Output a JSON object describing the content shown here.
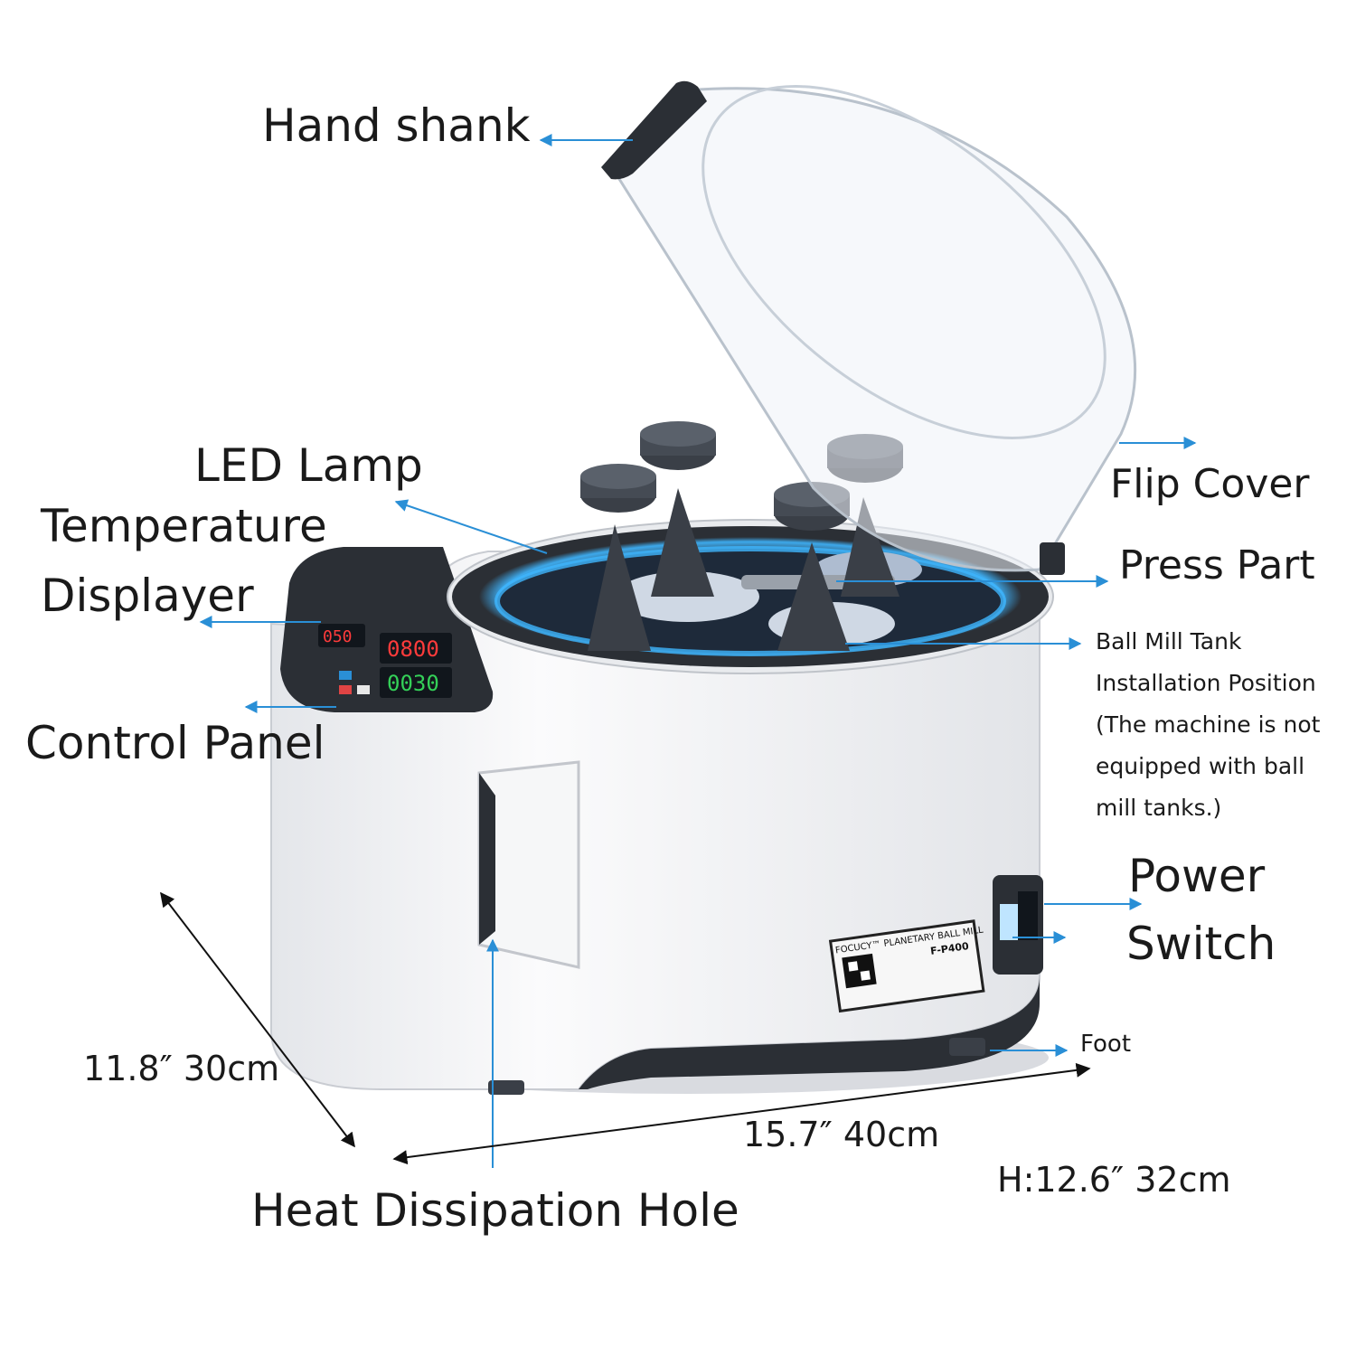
{
  "labels": {
    "hand_shank": "Hand shank",
    "led_lamp": "LED Lamp",
    "temperature_displayer_line1": "Temperature",
    "temperature_displayer_line2": "Displayer",
    "control_panel": "Control Panel",
    "flip_cover": "Flip Cover",
    "press_part": "Press Part",
    "ball_mill_tank_lines": [
      "Ball Mill Tank",
      "Installation Position",
      "(The machine is not",
      "equipped with ball",
      "mill tanks.)"
    ],
    "power_switch_line1": "Power",
    "power_switch_line2": "Switch",
    "foot": "Foot",
    "heat_dissipation_hole": "Heat Dissipation Hole"
  },
  "dimensions": {
    "depth": "11.8″ 30cm",
    "width": "15.7″ 40cm",
    "height": "H:12.6″ 32cm"
  },
  "product_label": {
    "brand": "FOCUCY™ PLANETARY BALL MILL",
    "model": "F-P400"
  },
  "panel": {
    "title": "PLANETARY BALL MILL",
    "display_speed": "0800",
    "display_time": "0030",
    "display_temp": "050"
  },
  "colors": {
    "arrow": "#2a8fd6",
    "led_glow": "#3fb6ff",
    "body": "#f2f3f5",
    "dark": "#2b2f35"
  }
}
